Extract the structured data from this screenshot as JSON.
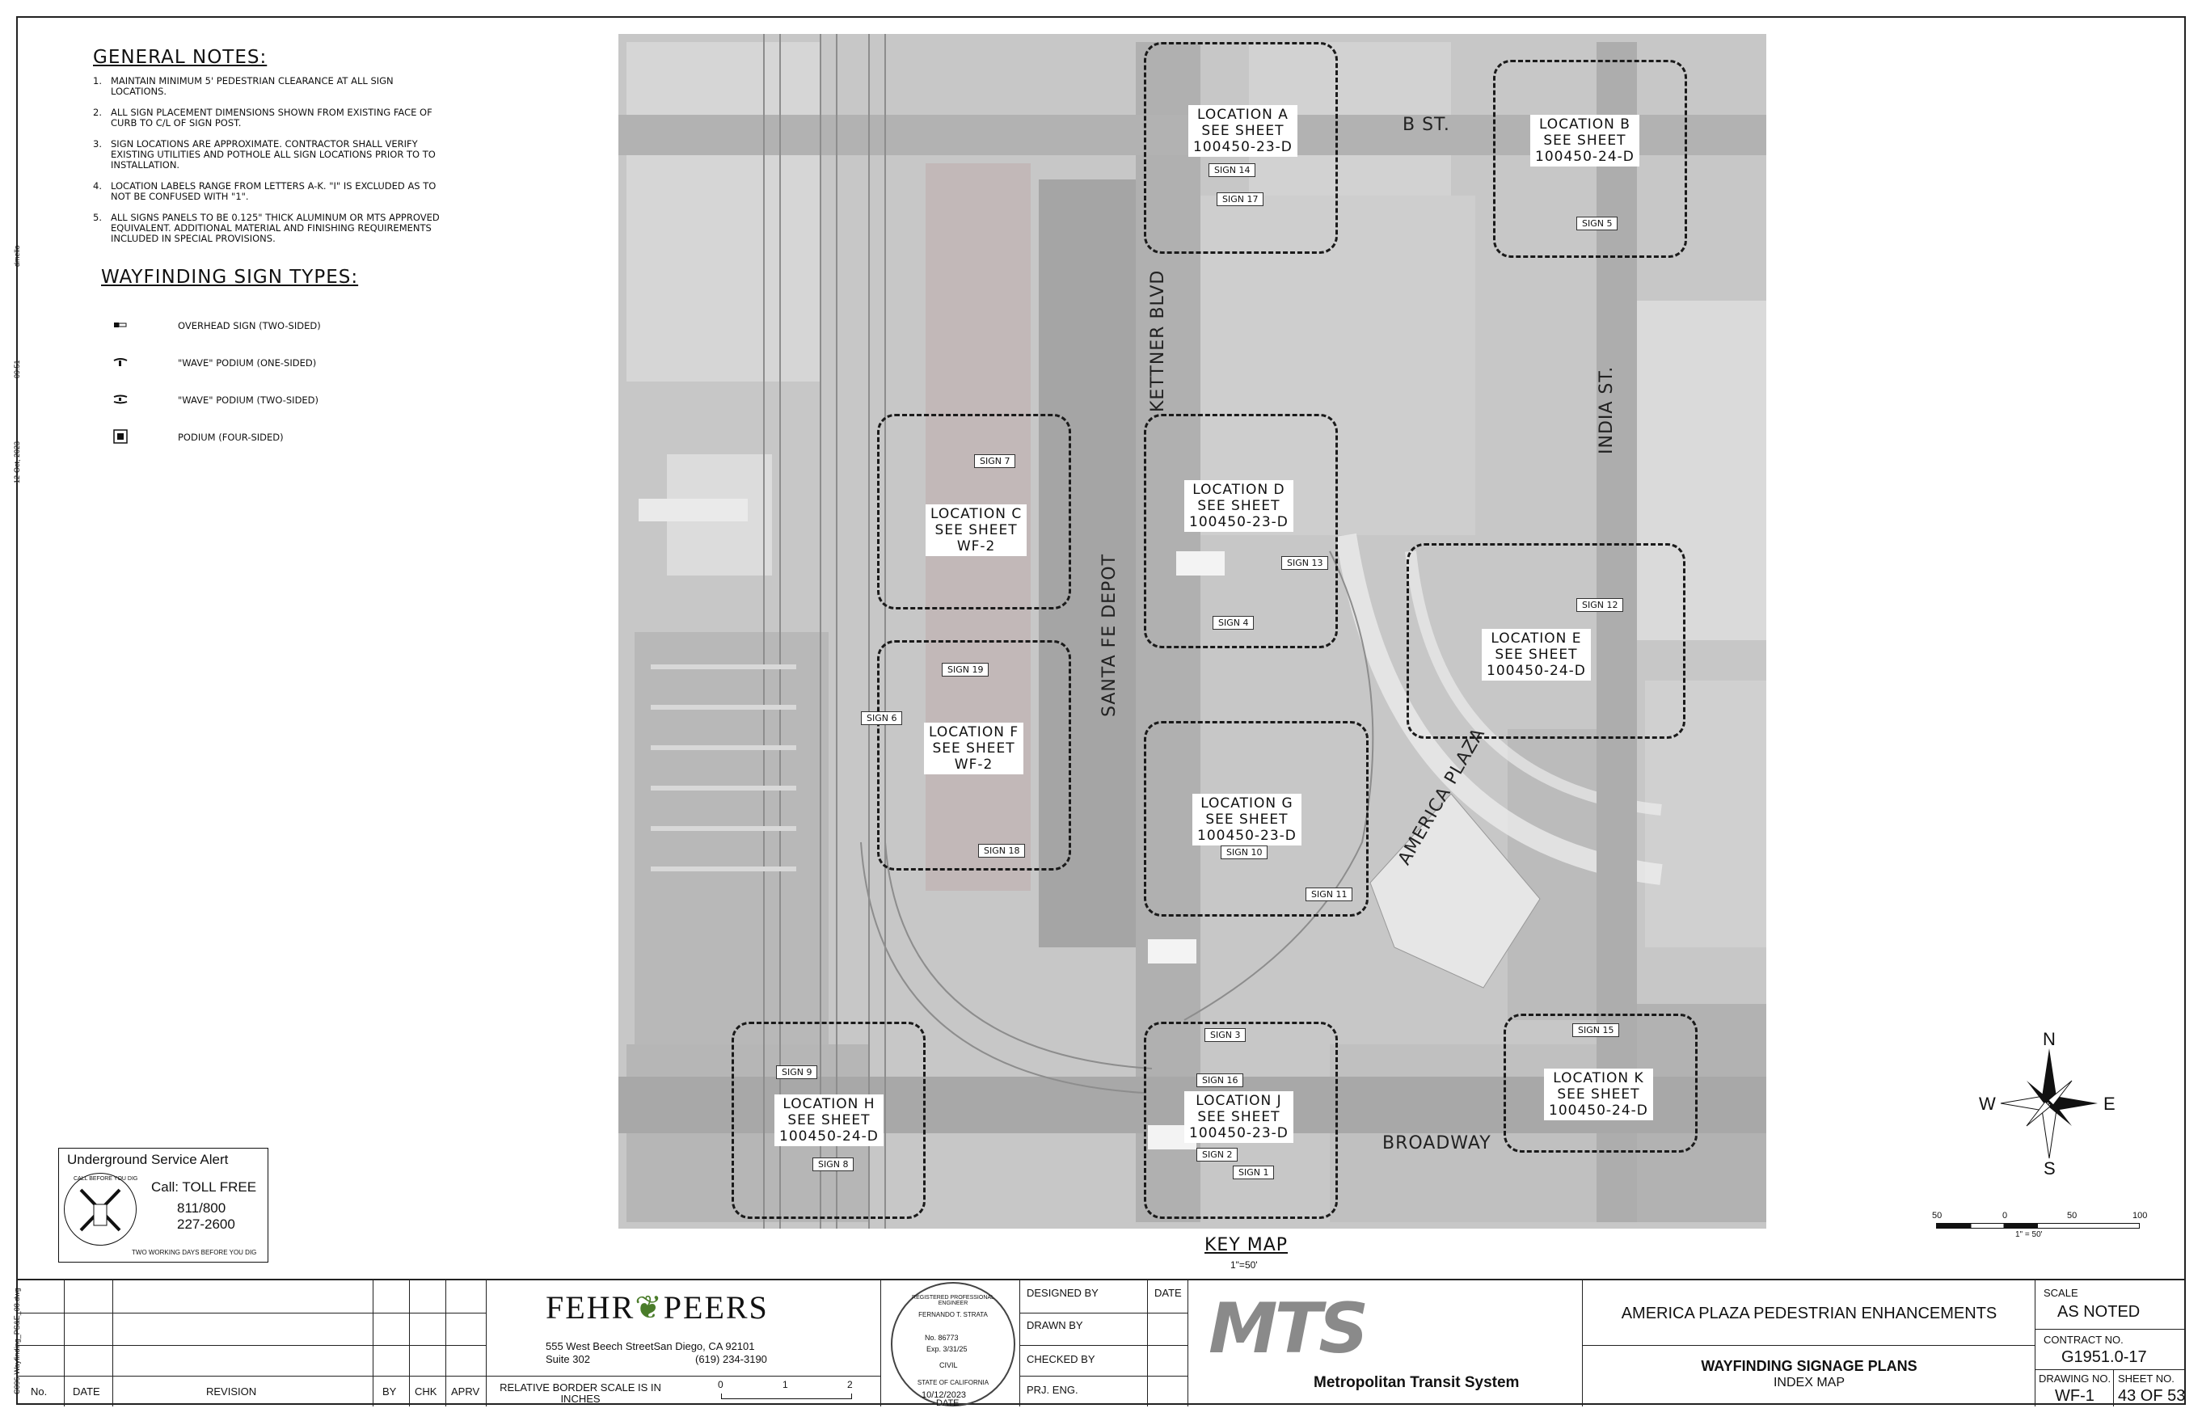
{
  "general_notes": {
    "title": "GENERAL NOTES:",
    "items": [
      {
        "num": "1.",
        "text": "MAINTAIN MINIMUM 5' PEDESTRIAN CLEARANCE AT ALL SIGN LOCATIONS."
      },
      {
        "num": "2.",
        "text": "ALL SIGN PLACEMENT DIMENSIONS SHOWN FROM EXISTING FACE OF CURB TO C/L OF SIGN POST."
      },
      {
        "num": "3.",
        "text": "SIGN LOCATIONS ARE APPROXIMATE. CONTRACTOR SHALL VERIFY EXISTING UTILITIES AND POTHOLE ALL SIGN LOCATIONS PRIOR TO TO INSTALLATION."
      },
      {
        "num": "4.",
        "text": "LOCATION LABELS RANGE FROM LETTERS A-K. \"I\" IS EXCLUDED AS TO NOT BE CONFUSED WITH \"1\"."
      },
      {
        "num": "5.",
        "text": "ALL SIGNS PANELS TO BE 0.125\" THICK ALUMINUM OR MTS APPROVED EQUIVALENT. ADDITIONAL MATERIAL AND FINISHING REQUIREMENTS INCLUDED IN SPECIAL PROVISIONS."
      }
    ]
  },
  "sign_types": {
    "title": "WAYFINDING SIGN TYPES:",
    "items": [
      {
        "icon": "overhead-sign-icon",
        "label": "OVERHEAD SIGN (TWO-SIDED)"
      },
      {
        "icon": "wave-podium-one-sided-icon",
        "label": "\"WAVE\" PODIUM (ONE-SIDED)"
      },
      {
        "icon": "wave-podium-two-sided-icon",
        "label": "\"WAVE\" PODIUM (TWO-SIDED)"
      },
      {
        "icon": "podium-four-sided-icon",
        "label": "PODIUM (FOUR-SIDED)"
      }
    ]
  },
  "margin_text": {
    "user": "dmello",
    "time": "09:51",
    "date": "12-Oct, 2023",
    "file": "C096-Wayfinding_PS&E_08.dwg"
  },
  "locations": [
    {
      "id": "A",
      "lines": [
        "LOCATION A",
        "SEE SHEET",
        "100450-23-D"
      ]
    },
    {
      "id": "B",
      "lines": [
        "LOCATION B",
        "SEE SHEET",
        "100450-24-D"
      ]
    },
    {
      "id": "C",
      "lines": [
        "LOCATION C",
        "SEE SHEET",
        "WF-2"
      ]
    },
    {
      "id": "D",
      "lines": [
        "LOCATION D",
        "SEE SHEET",
        "100450-23-D"
      ]
    },
    {
      "id": "E",
      "lines": [
        "LOCATION E",
        "SEE SHEET",
        "100450-24-D"
      ]
    },
    {
      "id": "F",
      "lines": [
        "LOCATION F",
        "SEE SHEET",
        "WF-2"
      ]
    },
    {
      "id": "G",
      "lines": [
        "LOCATION G",
        "SEE SHEET",
        "100450-23-D"
      ]
    },
    {
      "id": "H",
      "lines": [
        "LOCATION H",
        "SEE SHEET",
        "100450-24-D"
      ]
    },
    {
      "id": "J",
      "lines": [
        "LOCATION J",
        "SEE SHEET",
        "100450-23-D"
      ]
    },
    {
      "id": "K",
      "lines": [
        "LOCATION K",
        "SEE SHEET",
        "100450-24-D"
      ]
    }
  ],
  "signs": [
    "SIGN 14",
    "SIGN 17",
    "SIGN 5",
    "SIGN 7",
    "SIGN 13",
    "SIGN 4",
    "SIGN 12",
    "SIGN 19",
    "SIGN 6",
    "SIGN 18",
    "SIGN 10",
    "SIGN 11",
    "SIGN 9",
    "SIGN 8",
    "SIGN 3",
    "SIGN 16",
    "SIGN 2",
    "SIGN 1",
    "SIGN 15"
  ],
  "streets": {
    "b_st": "B ST.",
    "kettner": "KETTNER BLVD",
    "india": "INDIA ST.",
    "santa_fe": "SANTA FE DEPOT",
    "america_plaza": "AMERICA PLAZA",
    "broadway": "BROADWAY"
  },
  "key_map": {
    "title": "KEY MAP",
    "scale": "1\"=50'"
  },
  "north_arrow": {
    "n": "N",
    "s": "S",
    "e": "E",
    "w": "W"
  },
  "scale_bar": {
    "ticks": [
      "50",
      "0",
      "50",
      "100"
    ],
    "label": "1\" = 50'"
  },
  "usa": {
    "title": "Underground  Service  Alert",
    "call": "Call:  TOLL FREE",
    "num1": "811/800",
    "num2": "227-2600",
    "footer": "TWO WORKING DAYS BEFORE YOU DIG",
    "badge": "CALL BEFORE YOU DIG"
  },
  "title_block": {
    "rev_headers": {
      "no": "No.",
      "date": "DATE",
      "revision": "REVISION",
      "by": "BY",
      "chk": "CHK",
      "aprv": "APRV"
    },
    "border_scale": "RELATIVE BORDER SCALE IS IN INCHES",
    "scale_ticks": [
      "0",
      "1",
      "2"
    ],
    "firm": "FEHR",
    "firm2": "PEERS",
    "address": "555 West Beech StreetSan Diego, CA 92101",
    "suite": "Suite 302",
    "phone": "(619) 234-3190",
    "stamp": {
      "top": "REGISTERED PROFESSIONAL ENGINEER",
      "name": "FERNANDO T. STRATA",
      "no": "No. 86773",
      "exp": "Exp. 3/31/25",
      "civil": "CIVIL",
      "state": "STATE OF CALIFORNIA",
      "date": "10/12/2023",
      "date_label": "DATE"
    },
    "designed_by": "DESIGNED BY",
    "date_label": "DATE",
    "drawn_by": "DRAWN BY",
    "checked_by": "CHECKED BY",
    "prj_eng": "PRJ. ENG.",
    "mts_logo": "MTS",
    "mts_name": "Metropolitan Transit System",
    "project": "AMERICA PLAZA PEDESTRIAN ENHANCEMENTS",
    "sheet_title": "WAYFINDING SIGNAGE PLANS",
    "sheet_sub": "INDEX MAP",
    "scale_label": "SCALE",
    "scale_value": "AS NOTED",
    "contract_label": "CONTRACT NO.",
    "contract_value": "G1951.0-17",
    "drawing_label": "DRAWING NO.",
    "drawing_value": "WF-1",
    "sheet_label": "SHEET NO.",
    "sheet_value": "43 OF 53"
  }
}
